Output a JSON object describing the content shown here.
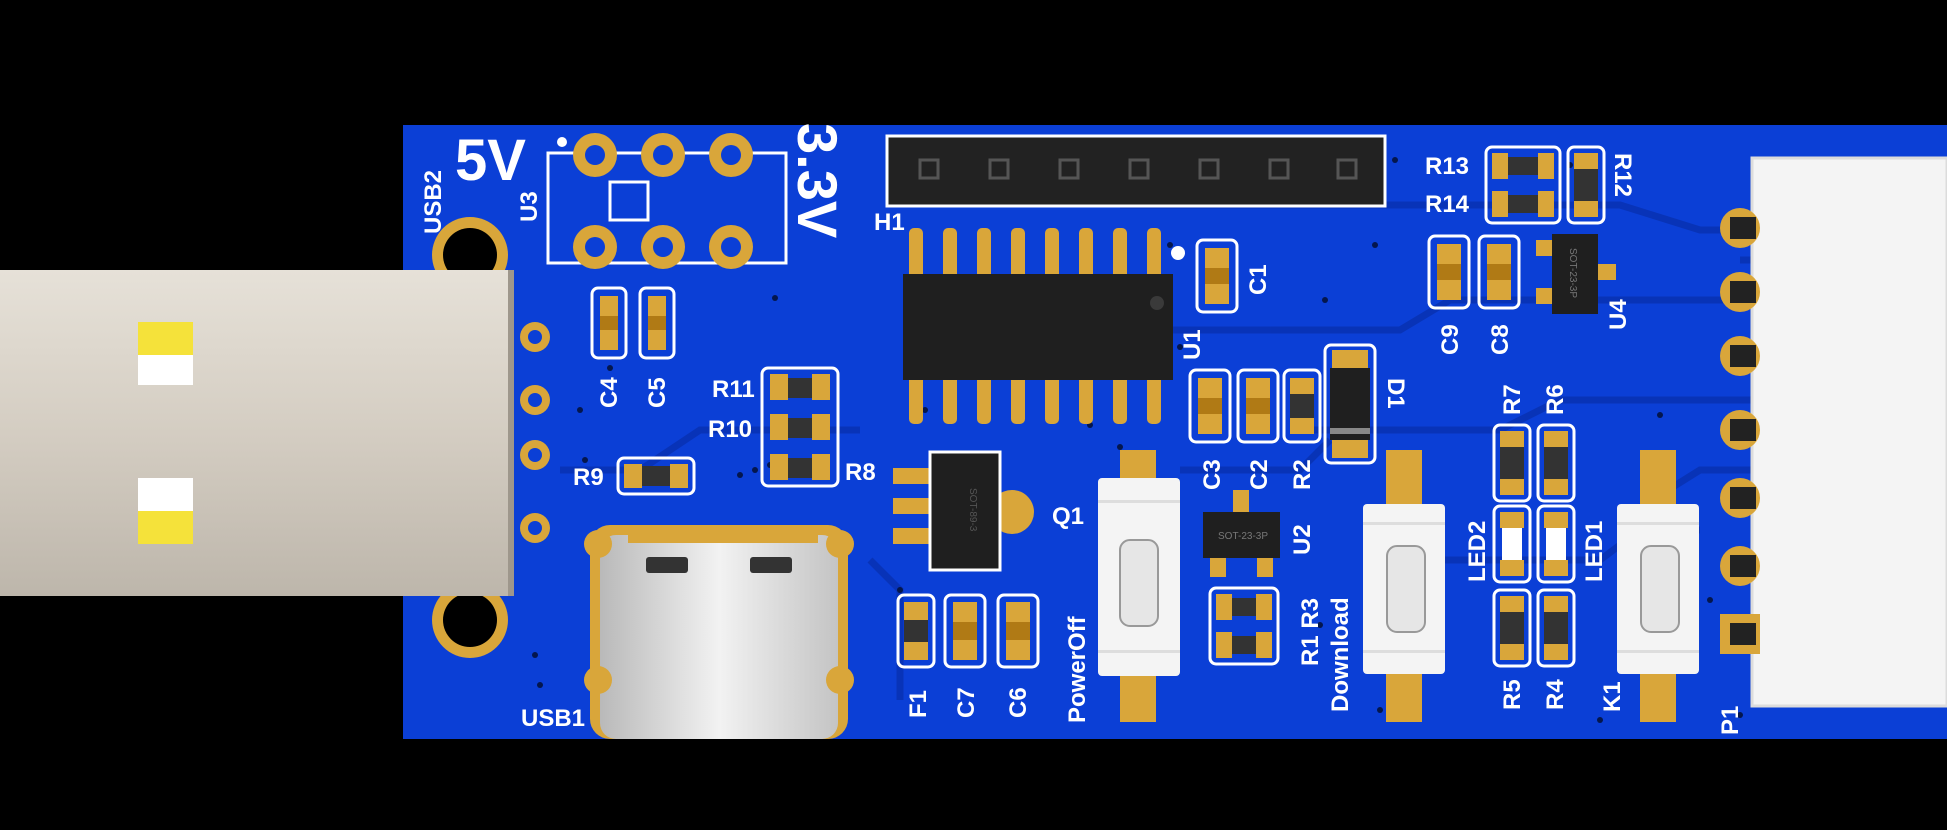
{
  "colors": {
    "background": "#000000",
    "pcb": "#0b3fd6",
    "pcb_trace": "#0a36bf",
    "silkscreen": "#ffffff",
    "pad_gold": "#d9a63a",
    "ic_body": "#222222",
    "connector_white": "#f4f4f4",
    "usb_plug": "#d8d2c8",
    "usb_contact": "#f5e23a"
  },
  "board": {
    "power_labels": {
      "five_volt": "5V",
      "three_volt": "3.3V"
    },
    "designators": {
      "usb2": "USB2",
      "usb1": "USB1",
      "u3": "U3",
      "h1": "H1",
      "u1": "U1",
      "c1": "C1",
      "c4": "C4",
      "c5": "C5",
      "r11": "R11",
      "r10": "R10",
      "r9": "R9",
      "r8": "R8",
      "q1": "Q1",
      "f1": "F1",
      "c7": "C7",
      "c6": "C6",
      "c3": "C3",
      "c2": "C2",
      "r2": "R2",
      "d1": "D1",
      "u2": "U2",
      "r1r3": "R1 R3",
      "r13": "R13",
      "r14": "R14",
      "r12": "R12",
      "c9": "C9",
      "c8": "C8",
      "u4": "U4",
      "r7": "R7",
      "r6": "R6",
      "led2": "LED2",
      "led1": "LED1",
      "r5": "R5",
      "r4": "R4",
      "k1": "K1",
      "p1": "P1"
    },
    "button_labels": {
      "power_off": "PowerOff",
      "download": "Download"
    },
    "package_marks": {
      "q1_pkg": "SOT-89-3",
      "u2_pkg": "SOT-23-3P",
      "u4_pkg": "SOT-23-3P"
    }
  }
}
